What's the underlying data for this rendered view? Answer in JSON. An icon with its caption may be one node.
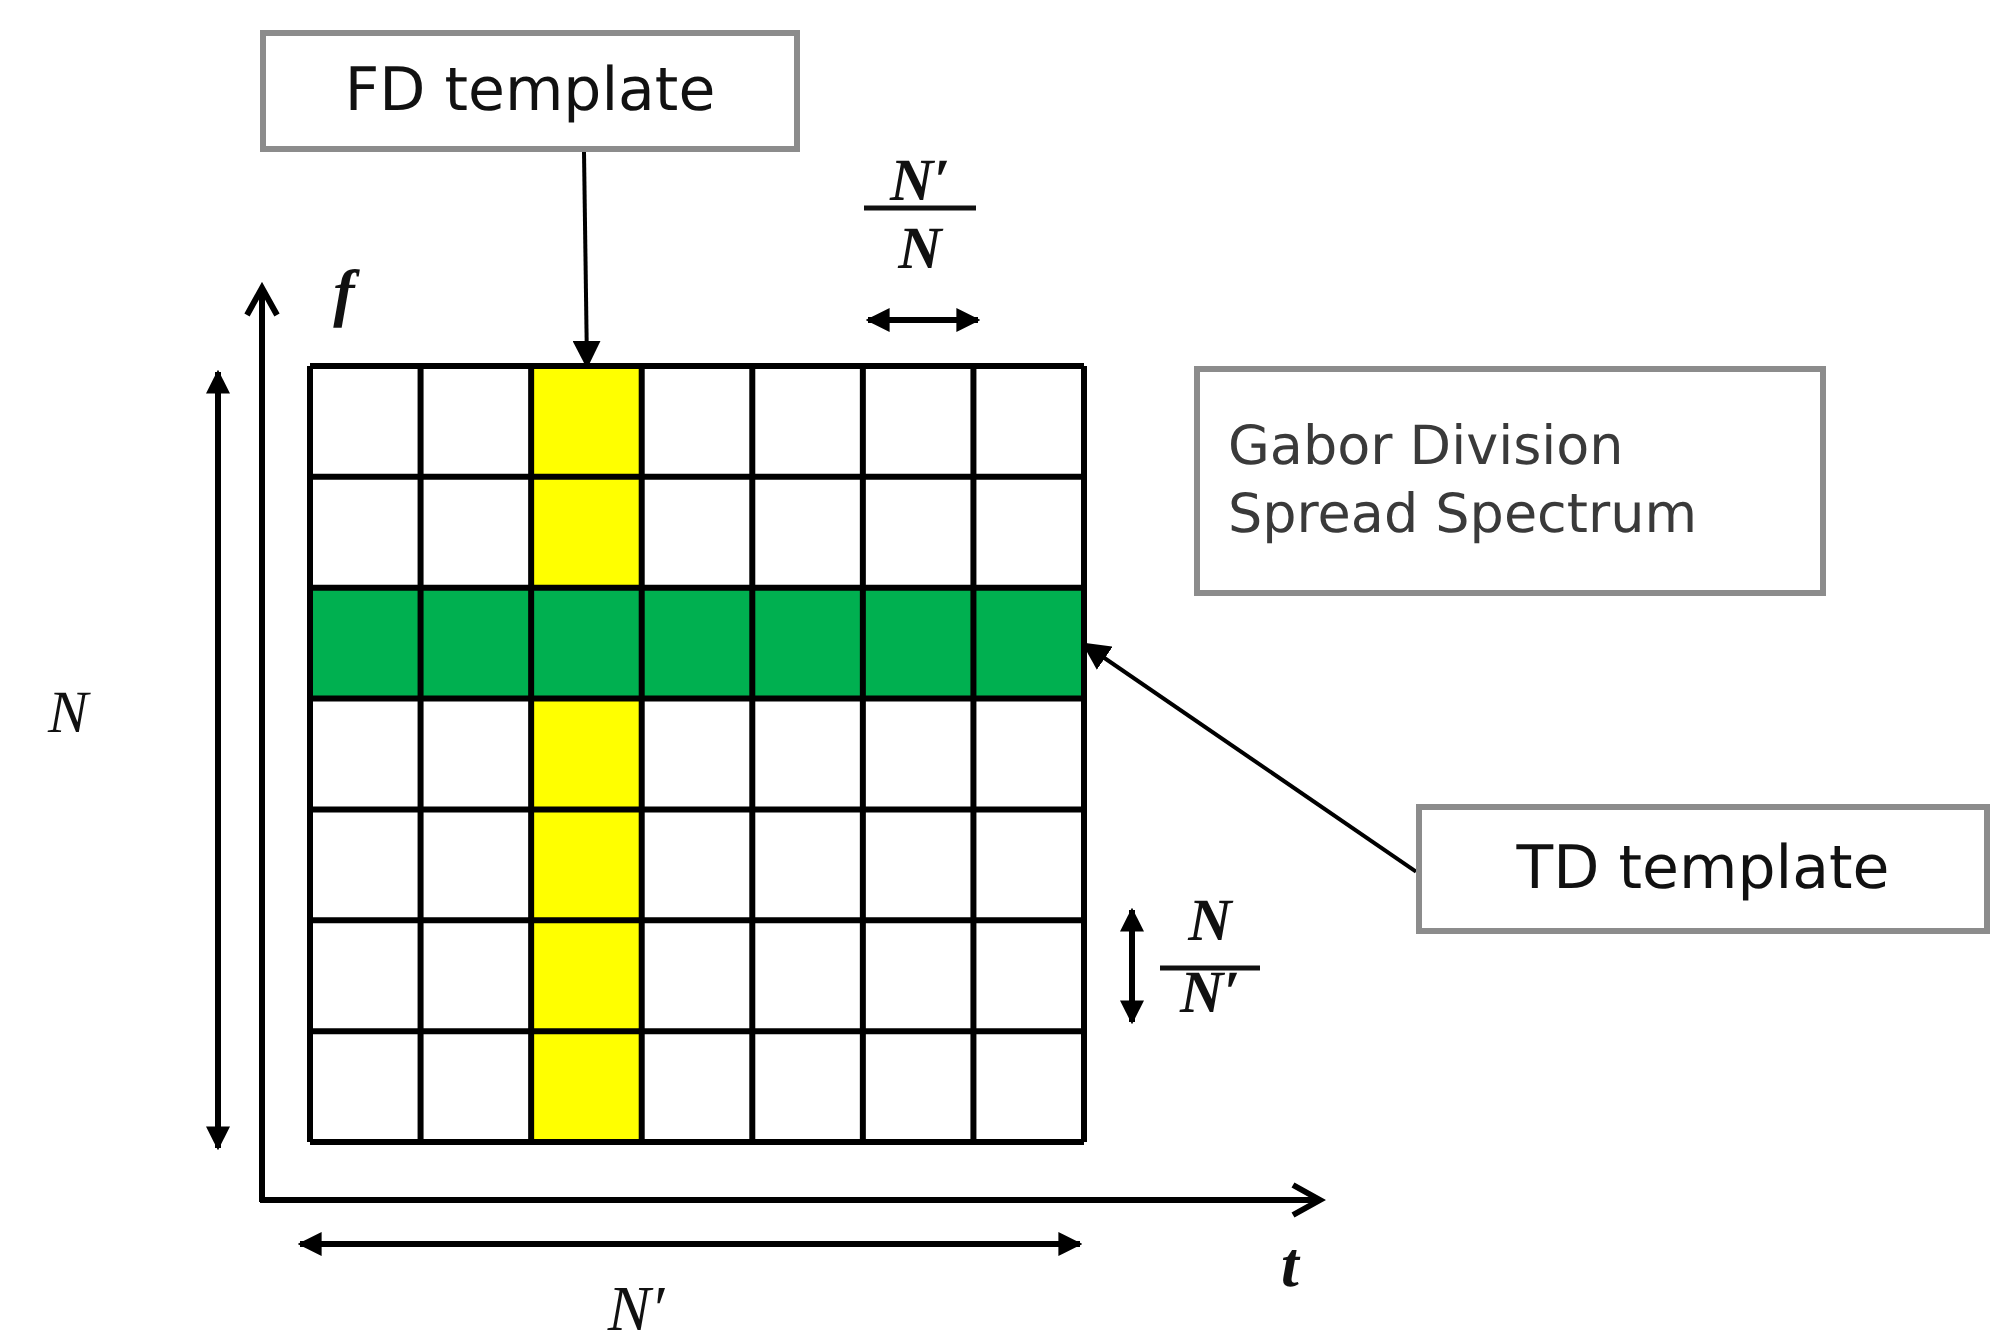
{
  "diagram": {
    "nodes": [
      {
        "text": [
          "FD template"
        ]
      },
      {
        "text": [],
        "shape": "bar"
      },
      {
        "text": [],
        "shape": "bar"
      },
      {
        "text": [
          "Gabor Division Spread Spectrum"
        ]
      },
      {
        "text": [
          "TD template"
        ]
      }
    ],
    "edges": [
      {
        "from": 0,
        "to": 1,
        "arrow": "to"
      },
      {
        "from": 4,
        "to": 2,
        "arrow": "to"
      }
    ],
    "labels": [
      "N′",
      "N",
      "f",
      "N",
      "N",
      "N′",
      "t",
      "N′"
    ]
  }
}
